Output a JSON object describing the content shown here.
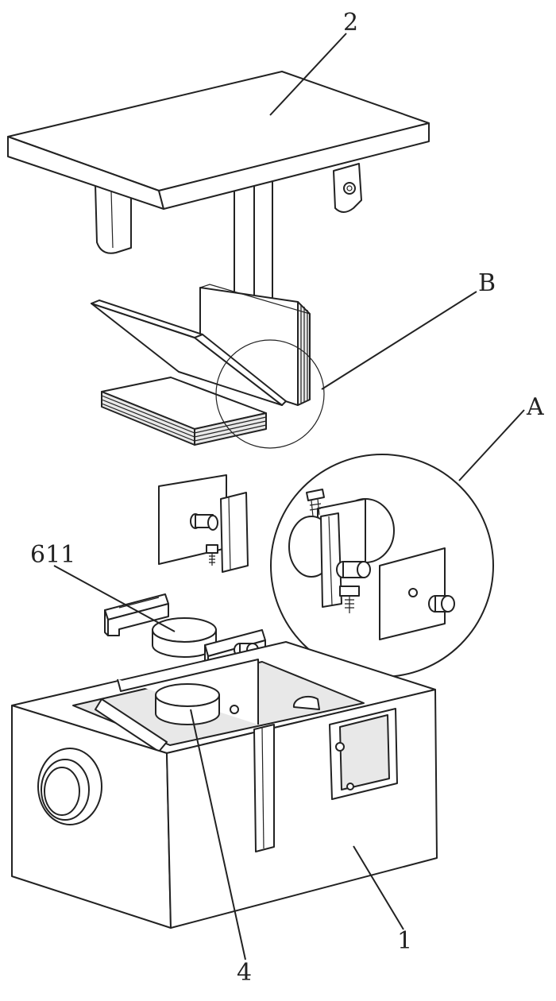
{
  "labels": {
    "top_plate": "2",
    "detail_b": "B",
    "detail_a": "A",
    "part_611": "611",
    "base_box": "1",
    "cylinder": "4"
  }
}
